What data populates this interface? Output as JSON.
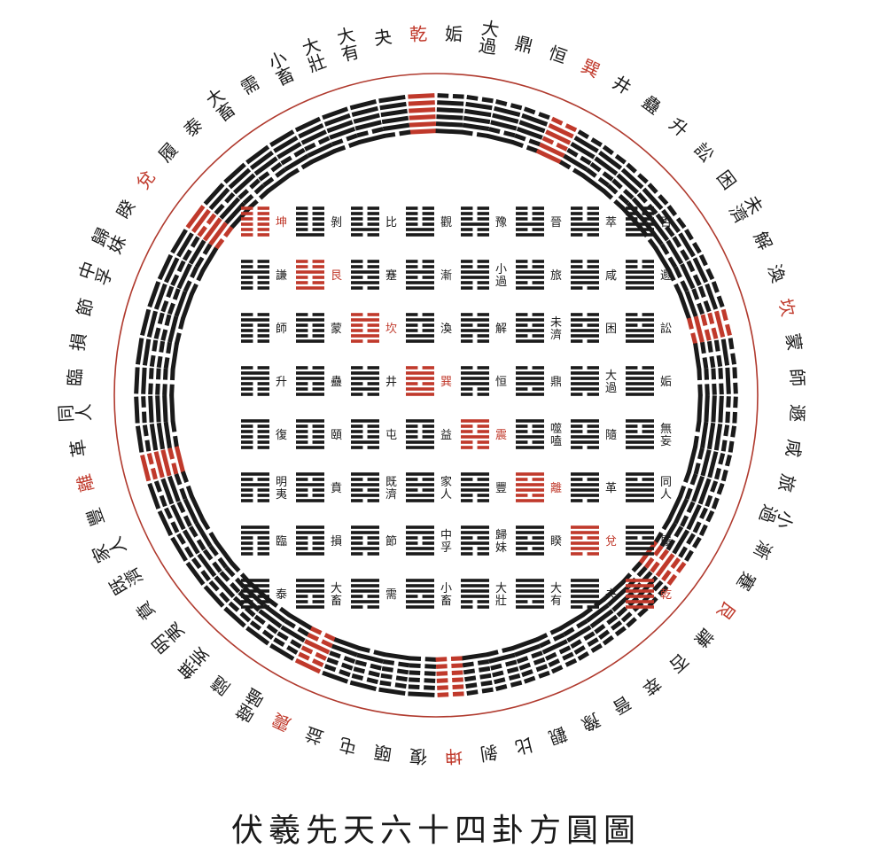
{
  "title": "伏羲先天六十四卦方圓圖",
  "colors": {
    "ink": "#1a1a1a",
    "accent": "#c0392b",
    "ring": "#b03a2e"
  },
  "hexagrams": {
    "乾": "111111",
    "夬": "111110",
    "大有": "111101",
    "大壯": "111100",
    "小畜": "111011",
    "需": "111010",
    "大畜": "111001",
    "泰": "111000",
    "履": "110111",
    "兌": "110110",
    "睽": "110101",
    "歸妹": "110100",
    "中孚": "110011",
    "節": "110010",
    "損": "110001",
    "臨": "110000",
    "同人": "101111",
    "革": "101110",
    "離": "101101",
    "豐": "101100",
    "家人": "101011",
    "既濟": "101010",
    "賁": "101001",
    "明夷": "101000",
    "無妄": "100111",
    "隨": "100110",
    "噬嗑": "100101",
    "震": "100100",
    "益": "100011",
    "屯": "100010",
    "頤": "100001",
    "復": "100000",
    "姤": "011111",
    "大過": "011110",
    "鼎": "011101",
    "恒": "011100",
    "巽": "011011",
    "井": "011010",
    "蠱": "011001",
    "升": "011000",
    "訟": "010111",
    "困": "010110",
    "未濟": "010101",
    "解": "010100",
    "渙": "010011",
    "坎": "010010",
    "蒙": "010001",
    "師": "010000",
    "遯": "001111",
    "咸": "001110",
    "旅": "001101",
    "小過": "001100",
    "漸": "001011",
    "蹇": "001010",
    "艮": "001001",
    "謙": "001000",
    "否": "000111",
    "萃": "000110",
    "晉": "000101",
    "豫": "000100",
    "觀": "000011",
    "比": "000010",
    "剝": "000001",
    "坤": "000000"
  },
  "highlight": [
    "乾",
    "兌",
    "離",
    "震",
    "巽",
    "坎",
    "艮",
    "坤"
  ],
  "square_grid": [
    [
      "坤",
      "剝",
      "比",
      "觀",
      "豫",
      "晉",
      "萃",
      "否"
    ],
    [
      "謙",
      "艮",
      "蹇",
      "漸",
      "小過",
      "旅",
      "咸",
      "遯"
    ],
    [
      "師",
      "蒙",
      "坎",
      "渙",
      "解",
      "未濟",
      "困",
      "訟"
    ],
    [
      "升",
      "蠱",
      "井",
      "巽",
      "恒",
      "鼎",
      "大過",
      "姤"
    ],
    [
      "復",
      "頤",
      "屯",
      "益",
      "震",
      "噬嗑",
      "隨",
      "無妄"
    ],
    [
      "明夷",
      "賁",
      "既濟",
      "家人",
      "豐",
      "離",
      "革",
      "同人"
    ],
    [
      "臨",
      "損",
      "節",
      "中孚",
      "歸妹",
      "睽",
      "兌",
      "履"
    ],
    [
      "泰",
      "大畜",
      "需",
      "小畜",
      "大壯",
      "大有",
      "夬",
      "乾"
    ]
  ],
  "circle_order": [
    "乾",
    "夬",
    "大有",
    "大壯",
    "小畜",
    "需",
    "大畜",
    "泰",
    "履",
    "兌",
    "睽",
    "歸妹",
    "中孚",
    "節",
    "損",
    "臨",
    "同人",
    "革",
    "離",
    "豐",
    "家人",
    "既濟",
    "賁",
    "明夷",
    "無妄",
    "隨",
    "噬嗑",
    "震",
    "益",
    "屯",
    "頤",
    "復",
    "姤",
    "大過",
    "鼎",
    "恒",
    "巽",
    "井",
    "蠱",
    "升",
    "訟",
    "困",
    "未濟",
    "解",
    "渙",
    "坎",
    "蒙",
    "師",
    "遯",
    "咸",
    "旅",
    "小過",
    "漸",
    "蹇",
    "艮",
    "謙",
    "否",
    "萃",
    "晉",
    "豫",
    "觀",
    "比",
    "剝",
    "坤"
  ]
}
